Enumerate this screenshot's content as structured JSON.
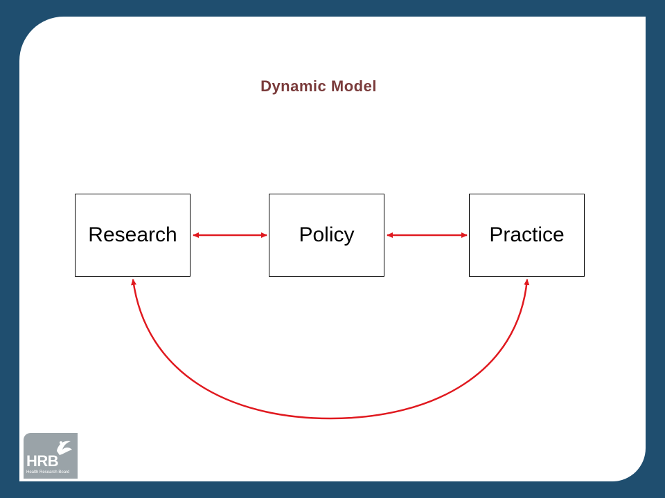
{
  "slide": {
    "title": "Dynamic Model"
  },
  "diagram": {
    "nodes": [
      {
        "id": "research",
        "label": "Research"
      },
      {
        "id": "policy",
        "label": "Policy"
      },
      {
        "id": "practice",
        "label": "Practice"
      }
    ],
    "edges": [
      {
        "from": "research",
        "to": "policy",
        "direction": "both",
        "style": "straight"
      },
      {
        "from": "policy",
        "to": "practice",
        "direction": "both",
        "style": "straight"
      },
      {
        "from": "research",
        "to": "practice",
        "direction": "both",
        "style": "curved-below"
      }
    ],
    "edge_color": "#e0191f"
  },
  "colors": {
    "background": "#1f4e6f",
    "title": "#7a3b3b"
  },
  "logo": {
    "text": "HRB",
    "subtitle": "Health Research Board"
  }
}
